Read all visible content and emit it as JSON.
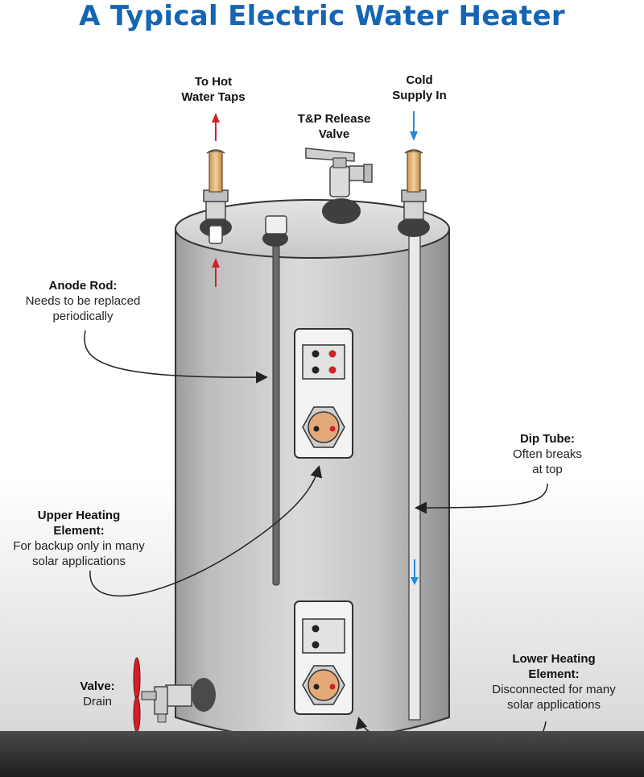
{
  "diagram": {
    "title": "A Typical Electric Water Heater",
    "labels": {
      "hot_taps": {
        "line1": "To Hot",
        "line2": "Water Taps"
      },
      "cold_supply": {
        "line1": "Cold",
        "line2": "Supply In"
      },
      "tp_valve": {
        "line1": "T&P Release",
        "line2": "Valve"
      },
      "anode_rod": {
        "head": "Anode Rod:",
        "line1": "Needs to be replaced",
        "line2": "periodically"
      },
      "dip_tube": {
        "head": "Dip Tube:",
        "line1": "Often breaks",
        "line2": "at top"
      },
      "upper_element": {
        "head1": "Upper Heating",
        "head2": "Element:",
        "line1": "For backup only in many",
        "line2": "solar applications"
      },
      "lower_element": {
        "head1": "Lower Heating",
        "head2": "Element:",
        "line1": "Disconnected for many",
        "line2": "solar applications"
      },
      "drain_valve": {
        "head": "Valve:",
        "line1": "Drain"
      }
    },
    "colors": {
      "title": "#1565b5",
      "hot_arrow": "#d0202a",
      "cold_arrow": "#2a8ad8",
      "tank": "#c9c9c9",
      "pipe": "#e0b27a"
    }
  }
}
